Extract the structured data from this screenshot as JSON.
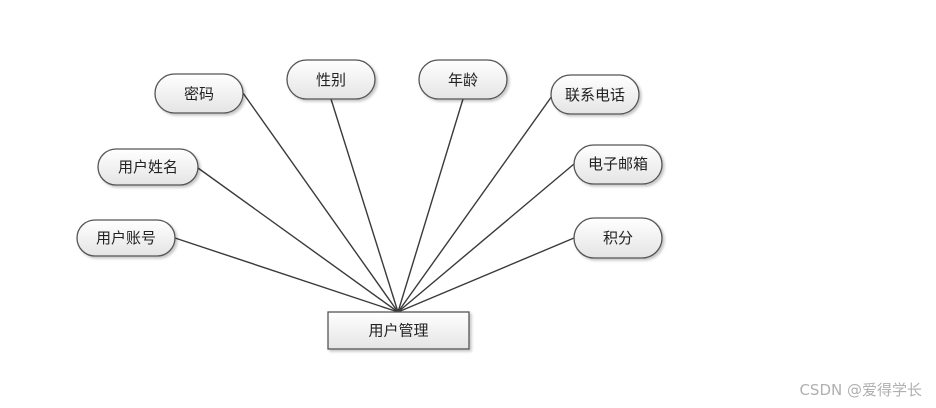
{
  "diagram": {
    "entity": {
      "label": "用户管理"
    },
    "attributes": [
      {
        "id": "password",
        "label": "密码"
      },
      {
        "id": "gender",
        "label": "性别"
      },
      {
        "id": "age",
        "label": "年龄"
      },
      {
        "id": "phone",
        "label": "联系电话"
      },
      {
        "id": "user-name",
        "label": "用户姓名"
      },
      {
        "id": "email",
        "label": "电子邮箱"
      },
      {
        "id": "user-account",
        "label": "用户账号"
      },
      {
        "id": "points",
        "label": "积分"
      }
    ]
  },
  "watermark": "CSDN @爱得学长",
  "colors": {
    "stroke": "#555555",
    "line": "#3a3a3a",
    "fill_top": "#ffffff",
    "fill_bottom": "#e6e6e6"
  }
}
